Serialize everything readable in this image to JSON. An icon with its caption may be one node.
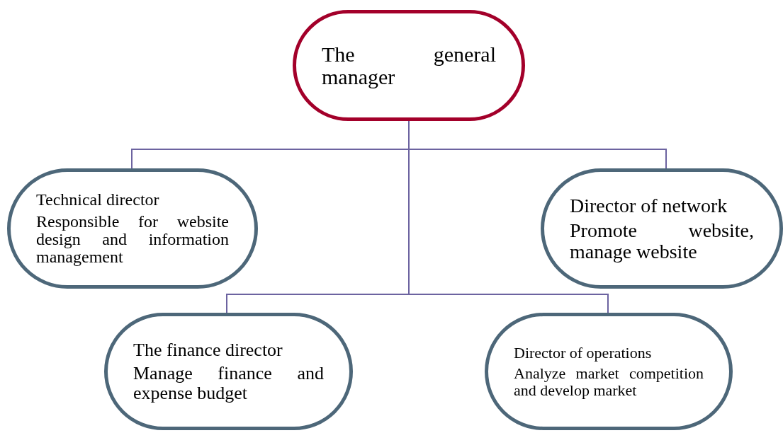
{
  "diagram": {
    "nodes": [
      {
        "text": [
          "The general manager"
        ]
      },
      {
        "text": [
          "Technical director",
          "Responsible for website design and information management"
        ]
      },
      {
        "text": [
          "Director of network",
          "Promote website, manage website"
        ]
      },
      {
        "text": [
          "The finance director",
          "Manage finance and expense budget"
        ]
      },
      {
        "text": [
          "Director of operations",
          "Analyze market competition and develop market"
        ]
      }
    ],
    "edges": [
      {
        "from": 0,
        "to": 1,
        "arrow": "none"
      },
      {
        "from": 0,
        "to": 2,
        "arrow": "none"
      },
      {
        "from": 0,
        "to": 3,
        "arrow": "none"
      },
      {
        "from": 0,
        "to": 4,
        "arrow": "none"
      }
    ]
  }
}
